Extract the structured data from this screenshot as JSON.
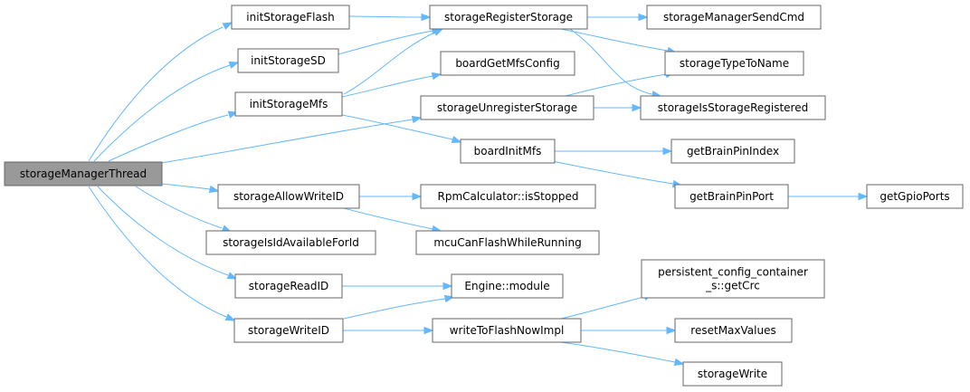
{
  "diagram": {
    "root": "storageManagerThread",
    "nodes": [
      {
        "id": "storageManagerThread",
        "lines": [
          "storageManagerThread"
        ]
      },
      {
        "id": "initStorageFlash",
        "lines": [
          "initStorageFlash"
        ]
      },
      {
        "id": "initStorageSD",
        "lines": [
          "initStorageSD"
        ]
      },
      {
        "id": "initStorageMfs",
        "lines": [
          "initStorageMfs"
        ]
      },
      {
        "id": "storageUnregisterStorage",
        "lines": [
          "storageUnregisterStorage"
        ]
      },
      {
        "id": "storageAllowWriteID",
        "lines": [
          "storageAllowWriteID"
        ]
      },
      {
        "id": "storageIsIdAvailableForId",
        "lines": [
          "storageIsIdAvailableForId"
        ]
      },
      {
        "id": "storageReadID",
        "lines": [
          "storageReadID"
        ]
      },
      {
        "id": "storageWriteID",
        "lines": [
          "storageWriteID"
        ]
      },
      {
        "id": "storageRegisterStorage",
        "lines": [
          "storageRegisterStorage"
        ]
      },
      {
        "id": "boardGetMfsConfig",
        "lines": [
          "boardGetMfsConfig"
        ]
      },
      {
        "id": "boardInitMfs",
        "lines": [
          "boardInitMfs"
        ]
      },
      {
        "id": "RpmCalculatorIsStopped",
        "lines": [
          "RpmCalculator::isStopped"
        ]
      },
      {
        "id": "mcuCanFlashWhileRunning",
        "lines": [
          "mcuCanFlashWhileRunning"
        ]
      },
      {
        "id": "EngineModule",
        "lines": [
          "Engine::module"
        ]
      },
      {
        "id": "writeToFlashNowImpl",
        "lines": [
          "writeToFlashNowImpl"
        ]
      },
      {
        "id": "storageManagerSendCmd",
        "lines": [
          "storageManagerSendCmd"
        ]
      },
      {
        "id": "storageTypeToName",
        "lines": [
          "storageTypeToName"
        ]
      },
      {
        "id": "storageIsStorageRegistered",
        "lines": [
          "storageIsStorageRegistered"
        ]
      },
      {
        "id": "getBrainPinIndex",
        "lines": [
          "getBrainPinIndex"
        ]
      },
      {
        "id": "getBrainPinPort",
        "lines": [
          "getBrainPinPort"
        ]
      },
      {
        "id": "persistentConfigGetCrc",
        "lines": [
          "persistent_config_container",
          "_s::getCrc"
        ]
      },
      {
        "id": "resetMaxValues",
        "lines": [
          "resetMaxValues"
        ]
      },
      {
        "id": "storageWrite",
        "lines": [
          "storageWrite"
        ]
      },
      {
        "id": "getGpioPorts",
        "lines": [
          "getGpioPorts"
        ]
      }
    ],
    "edges": [
      {
        "from": "storageManagerThread",
        "to": "initStorageFlash"
      },
      {
        "from": "storageManagerThread",
        "to": "initStorageSD"
      },
      {
        "from": "storageManagerThread",
        "to": "initStorageMfs"
      },
      {
        "from": "storageManagerThread",
        "to": "storageUnregisterStorage"
      },
      {
        "from": "storageManagerThread",
        "to": "storageAllowWriteID"
      },
      {
        "from": "storageManagerThread",
        "to": "storageIsIdAvailableForId"
      },
      {
        "from": "storageManagerThread",
        "to": "storageReadID"
      },
      {
        "from": "storageManagerThread",
        "to": "storageWriteID"
      },
      {
        "from": "initStorageFlash",
        "to": "storageRegisterStorage"
      },
      {
        "from": "initStorageSD",
        "to": "storageRegisterStorage"
      },
      {
        "from": "initStorageMfs",
        "to": "storageRegisterStorage"
      },
      {
        "from": "initStorageMfs",
        "to": "boardGetMfsConfig"
      },
      {
        "from": "initStorageMfs",
        "to": "boardInitMfs"
      },
      {
        "from": "storageRegisterStorage",
        "to": "storageManagerSendCmd"
      },
      {
        "from": "storageRegisterStorage",
        "to": "storageTypeToName"
      },
      {
        "from": "storageRegisterStorage",
        "to": "storageIsStorageRegistered"
      },
      {
        "from": "storageUnregisterStorage",
        "to": "storageTypeToName"
      },
      {
        "from": "storageUnregisterStorage",
        "to": "storageIsStorageRegistered"
      },
      {
        "from": "boardInitMfs",
        "to": "getBrainPinIndex"
      },
      {
        "from": "boardInitMfs",
        "to": "getBrainPinPort"
      },
      {
        "from": "getBrainPinPort",
        "to": "getGpioPorts"
      },
      {
        "from": "storageAllowWriteID",
        "to": "RpmCalculatorIsStopped"
      },
      {
        "from": "storageAllowWriteID",
        "to": "mcuCanFlashWhileRunning"
      },
      {
        "from": "storageReadID",
        "to": "EngineModule"
      },
      {
        "from": "storageWriteID",
        "to": "EngineModule"
      },
      {
        "from": "storageWriteID",
        "to": "writeToFlashNowImpl"
      },
      {
        "from": "writeToFlashNowImpl",
        "to": "persistentConfigGetCrc"
      },
      {
        "from": "writeToFlashNowImpl",
        "to": "resetMaxValues"
      },
      {
        "from": "writeToFlashNowImpl",
        "to": "storageWrite"
      }
    ],
    "colors": {
      "edge": "#63b8ff",
      "node_border": "#666666",
      "root_fill": "#999999",
      "node_fill": "#ffffff"
    }
  }
}
